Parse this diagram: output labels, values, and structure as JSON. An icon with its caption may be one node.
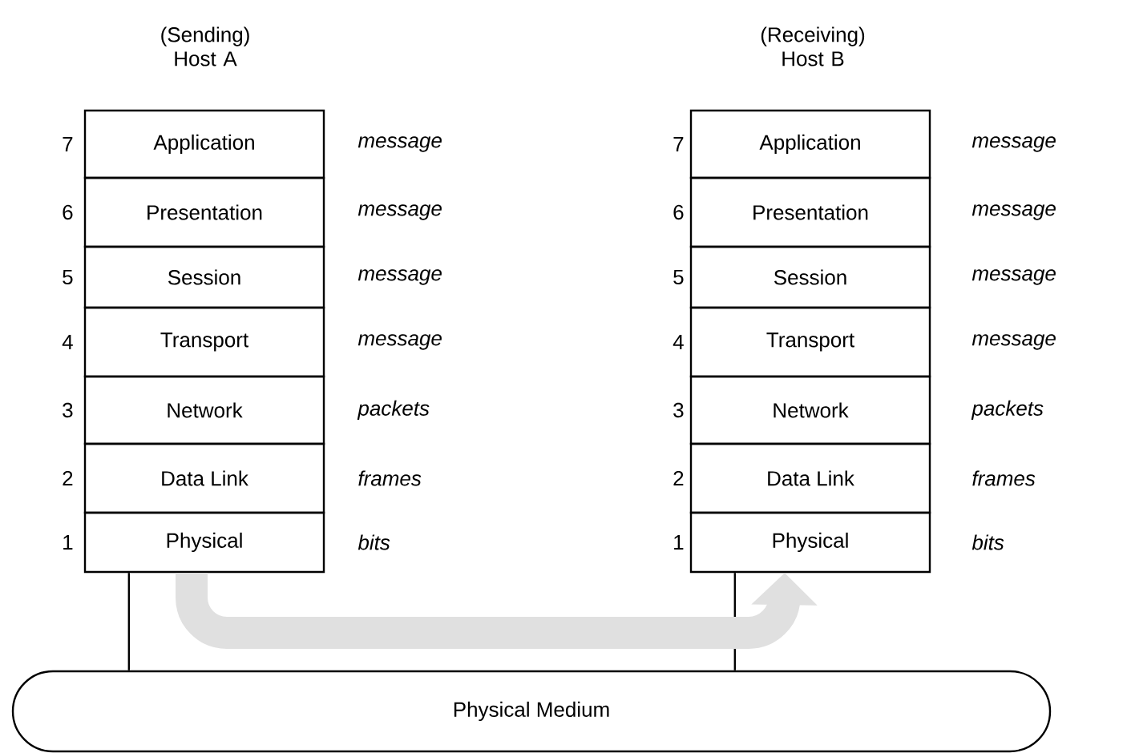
{
  "diagram": {
    "nodes": [
      {
        "text": [
          "Application"
        ],
        "beside": [
          "7",
          "message"
        ]
      },
      {
        "text": [
          "Presentation"
        ],
        "beside": [
          "6",
          "message"
        ]
      },
      {
        "text": [
          "Session"
        ],
        "beside": [
          "5",
          "message"
        ]
      },
      {
        "text": [
          "Transport"
        ],
        "beside": [
          "4",
          "message"
        ]
      },
      {
        "text": [
          "Network"
        ],
        "beside": [
          "3",
          "packets"
        ]
      },
      {
        "text": [
          "Data Link"
        ],
        "beside": [
          "2",
          "frames"
        ]
      },
      {
        "text": [
          "Physical"
        ],
        "beside": [
          "1",
          "bits"
        ]
      },
      {
        "text": [
          "Application"
        ],
        "beside": [
          "7",
          "message"
        ]
      },
      {
        "text": [
          "Presentation"
        ],
        "beside": [
          "6",
          "message"
        ]
      },
      {
        "text": [
          "Session"
        ],
        "beside": [
          "5",
          "message"
        ]
      },
      {
        "text": [
          "Transport"
        ],
        "beside": [
          "4",
          "message"
        ]
      },
      {
        "text": [
          "Network"
        ],
        "beside": [
          "3",
          "packets"
        ]
      },
      {
        "text": [
          "Data Link"
        ],
        "beside": [
          "2",
          "frames"
        ]
      },
      {
        "text": [
          "Physical"
        ],
        "beside": [
          "1",
          "bits"
        ]
      },
      {
        "text": [
          "Physical Medium"
        ]
      }
    ],
    "edges": [
      {
        "from": 6,
        "to": 14,
        "arrow": "none"
      },
      {
        "from": 13,
        "to": 14,
        "arrow": "none"
      },
      {
        "from": 6,
        "to": 13,
        "arrow": "to",
        "style": "thick",
        "color": "#e0e0e0"
      }
    ],
    "labels": [
      "(Sending) Host A",
      "(Receiving) Host B"
    ]
  }
}
